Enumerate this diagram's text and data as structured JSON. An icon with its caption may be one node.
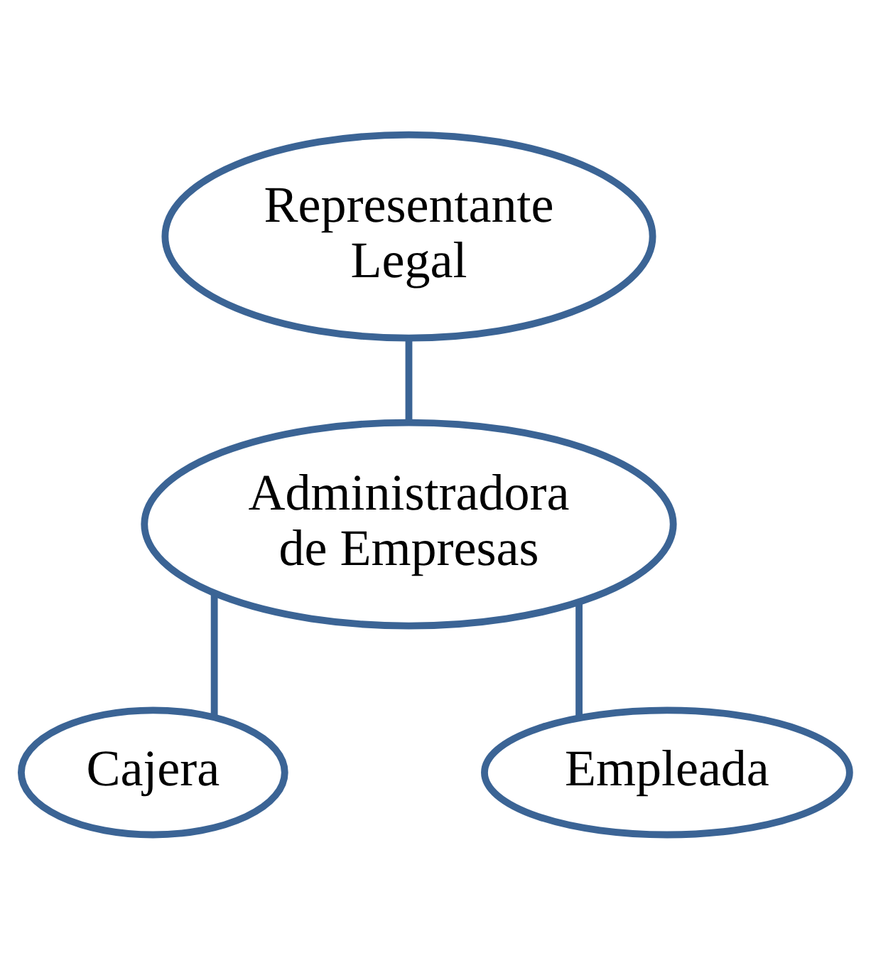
{
  "diagram": {
    "nodes": [
      {
        "text": [
          "Representante Legal"
        ]
      },
      {
        "text": [
          "Administradora de Empresas"
        ]
      },
      {
        "text": [
          "Cajera"
        ]
      },
      {
        "text": [
          "Empleada"
        ]
      }
    ],
    "edges": [
      {
        "from": 0,
        "to": 1,
        "arrow": "none"
      },
      {
        "from": 1,
        "to": 2,
        "arrow": "none"
      },
      {
        "from": 1,
        "to": 3,
        "arrow": "none"
      }
    ]
  }
}
